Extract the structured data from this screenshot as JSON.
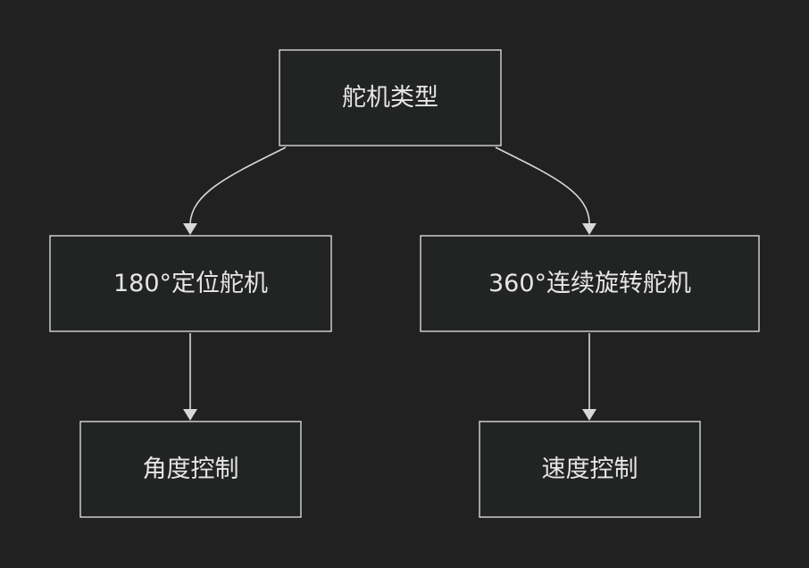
{
  "diagram": {
    "nodes": {
      "root": {
        "label": "舵机类型"
      },
      "positional": {
        "label": "180°定位舵机"
      },
      "continuous": {
        "label": "360°连续旋转舵机"
      },
      "angle": {
        "label": "角度控制"
      },
      "speed": {
        "label": "速度控制"
      }
    },
    "edges": [
      {
        "from": "root",
        "to": "positional"
      },
      {
        "from": "root",
        "to": "continuous"
      },
      {
        "from": "positional",
        "to": "angle"
      },
      {
        "from": "continuous",
        "to": "speed"
      }
    ],
    "colors": {
      "background": "#212121",
      "node_fill": "#222423",
      "stroke": "#d8d8d8",
      "text": "#e6e6e6"
    }
  }
}
